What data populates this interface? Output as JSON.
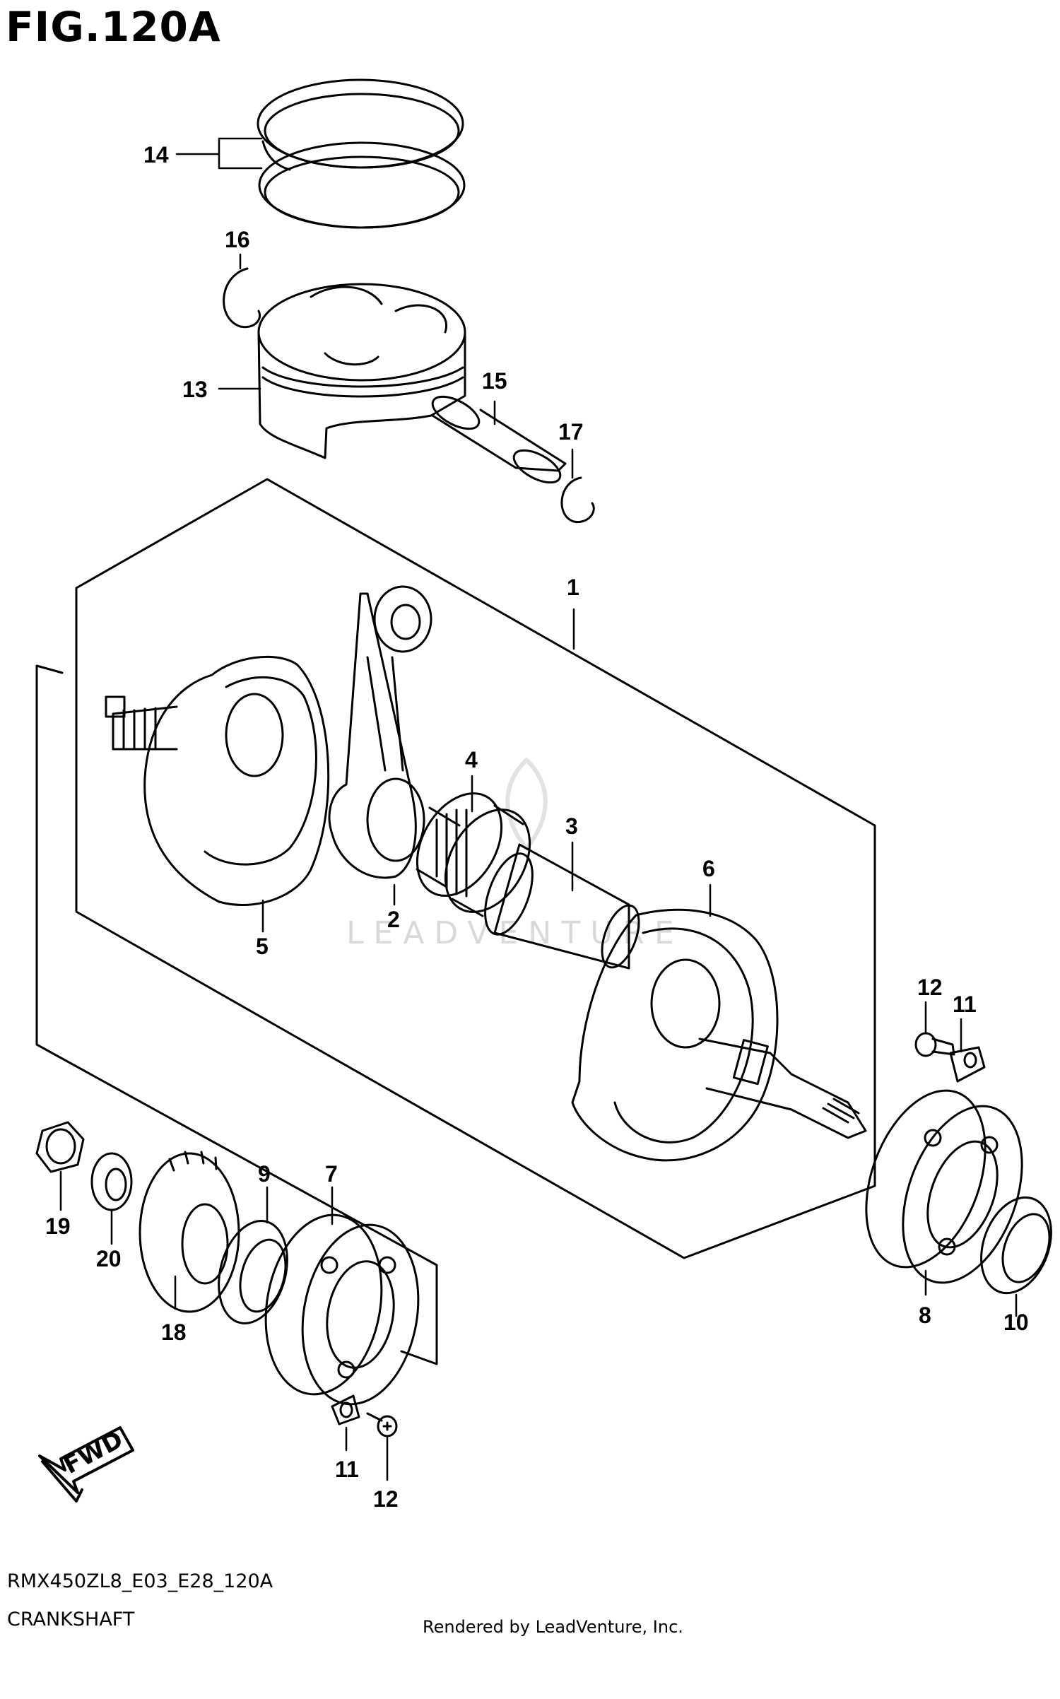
{
  "figure": {
    "title": "FIG.120A"
  },
  "callouts": {
    "p1": "1",
    "p2": "2",
    "p3": "3",
    "p4": "4",
    "p5": "5",
    "p6": "6",
    "p7": "7",
    "p8": "8",
    "p9": "9",
    "p10": "10",
    "p11_right": "11",
    "p11_bottom": "11",
    "p12_right": "12",
    "p12_bottom": "12",
    "p13": "13",
    "p14": "14",
    "p15": "15",
    "p16": "16",
    "p17": "17",
    "p18": "18",
    "p19": "19",
    "p20": "20"
  },
  "direction_badge": "FWD",
  "watermark": "LEADVENTURE",
  "footer": {
    "model_code": "RMX450ZL8_E03_E28_120A",
    "caption": "CRANKSHAFT",
    "credit": "Rendered by LeadVenture, Inc."
  }
}
